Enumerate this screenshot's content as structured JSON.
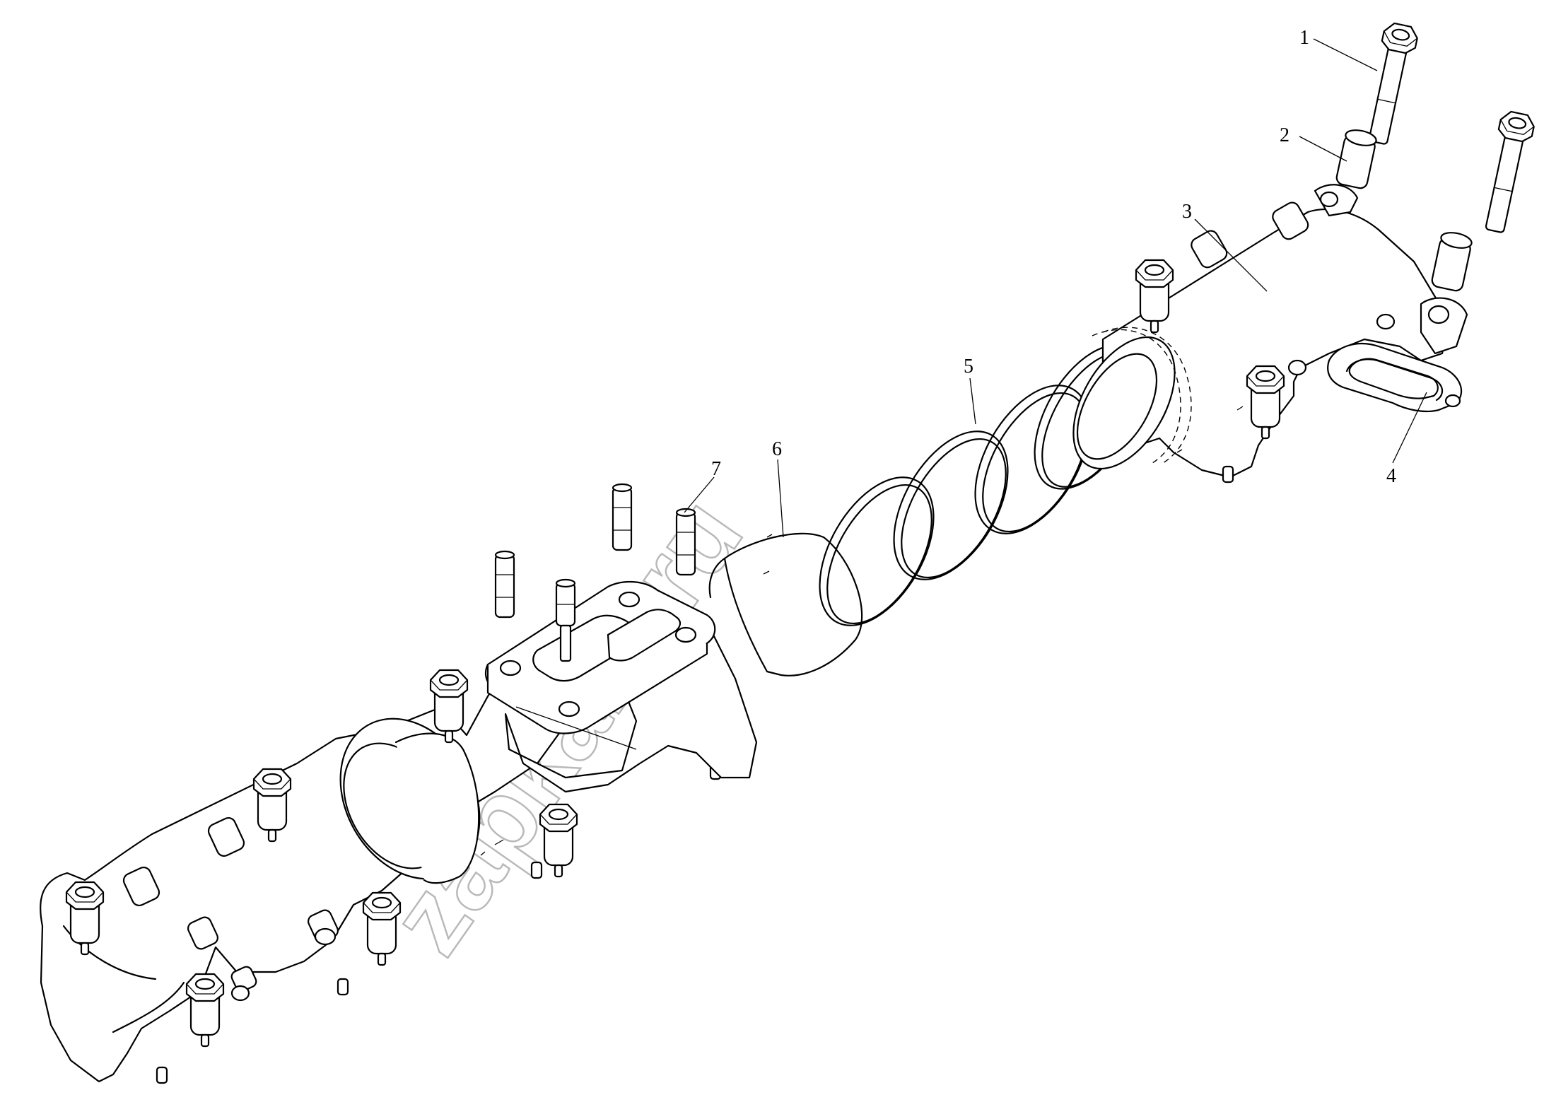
{
  "diagram": {
    "type": "exploded-parts-view",
    "callouts": [
      {
        "id": "callout-1",
        "label": "1"
      },
      {
        "id": "callout-2",
        "label": "2"
      },
      {
        "id": "callout-3",
        "label": "3"
      },
      {
        "id": "callout-4",
        "label": "4"
      },
      {
        "id": "callout-5",
        "label": "5"
      },
      {
        "id": "callout-6",
        "label": "6"
      },
      {
        "id": "callout-7",
        "label": "7"
      }
    ],
    "watermark": "zapkam.ru",
    "colors": {
      "line": "#000000",
      "background": "#ffffff",
      "watermark": "#b9b9b9"
    }
  }
}
